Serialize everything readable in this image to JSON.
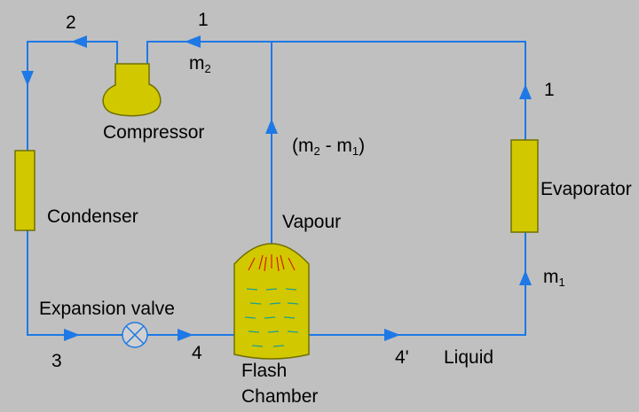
{
  "components": {
    "compressor": "Compressor",
    "condenser": "Condenser",
    "evaporator": "Evaporator",
    "expansion_valve": "Expansion valve",
    "flash_chamber_line1": "Flash",
    "flash_chamber_line2": "Chamber"
  },
  "states": {
    "s1_top": "1",
    "s1_right": "1",
    "s2": "2",
    "s3": "3",
    "s4": "4",
    "s4p": "4'"
  },
  "flows": {
    "m": "m",
    "sub1": "1",
    "sub2": "2",
    "diff_open": "(m",
    "diff_mid": " - m",
    "diff_close": ")",
    "vapour": "Vapour",
    "liquid": "Liquid"
  },
  "colors": {
    "pipe": "#1e78e6",
    "component_fill": "#d2c800",
    "component_stroke": "#707000",
    "flash_vapour": "#d02000",
    "flash_liquid": "#1aa090",
    "background": "#c0c0c0"
  }
}
